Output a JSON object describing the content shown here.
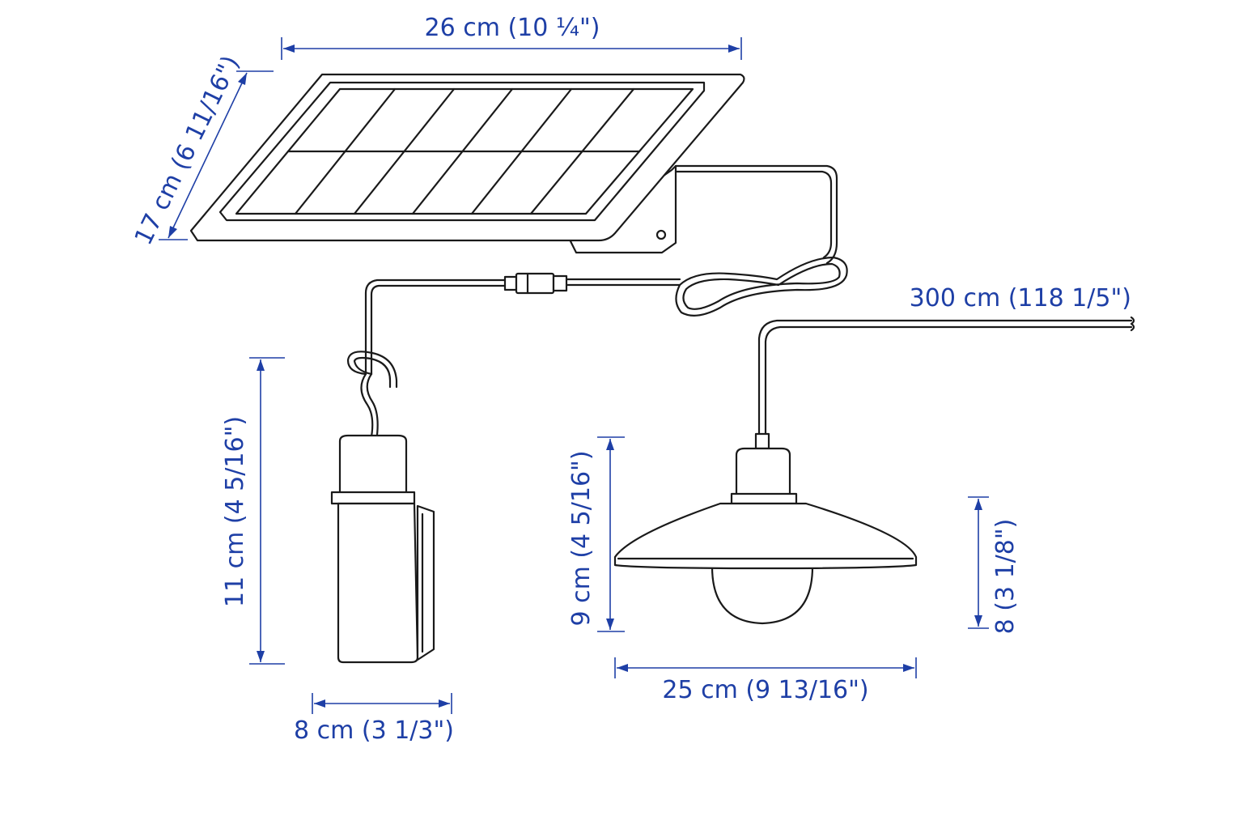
{
  "colors": {
    "dimension": "#1e3fa6",
    "outline": "#1a1a1a",
    "background": "#ffffff"
  },
  "dimensions": {
    "panel_width": "26 cm (10 ¼\")",
    "panel_depth": "17 cm (6 11/16\")",
    "cable_length": "300 cm (118 1/5\")",
    "battery_height": "11 cm (4 5/16\")",
    "battery_width": "8 cm  (3 1/3\")",
    "lamp_height": "9 cm (4 5/16\")",
    "shade_height": "8 (3 1/8\")",
    "lamp_width": "25 cm (9 13/16\")"
  }
}
